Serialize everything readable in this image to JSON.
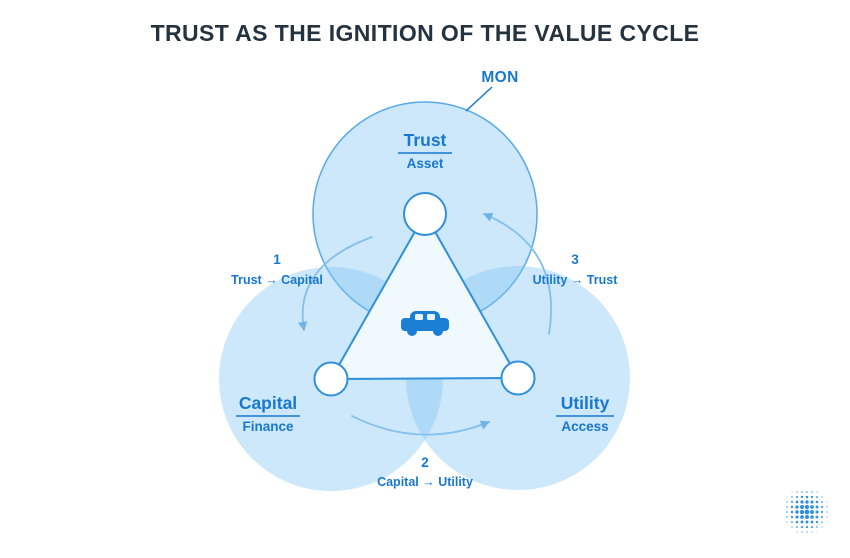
{
  "title": "TRUST AS THE IGNITION OF THE VALUE CYCLE",
  "colors": {
    "title_text": "#24333f",
    "accent_text": "#1877cf",
    "circle_fill": "rgba(130,197,242,0.40)",
    "circle_stroke": "#5aa9e6",
    "triangle_stroke": "#2f8fdc",
    "arrow": "#85c0ec",
    "car_icon": "#1b7fd6",
    "logo_dot": "#2f8fe0"
  },
  "diagram": {
    "mon": {
      "label": "MON"
    },
    "nodes": {
      "trust": {
        "label": "Trust",
        "sublabel": "Asset"
      },
      "capital": {
        "label": "Capital",
        "sublabel": "Finance"
      },
      "utility": {
        "label": "Utility",
        "sublabel": "Access"
      }
    },
    "steps": [
      {
        "number": "1",
        "label": "Trust → Capital"
      },
      {
        "number": "2",
        "label": "Capital → Utility"
      },
      {
        "number": "3",
        "label": "Utility → Trust"
      }
    ]
  }
}
